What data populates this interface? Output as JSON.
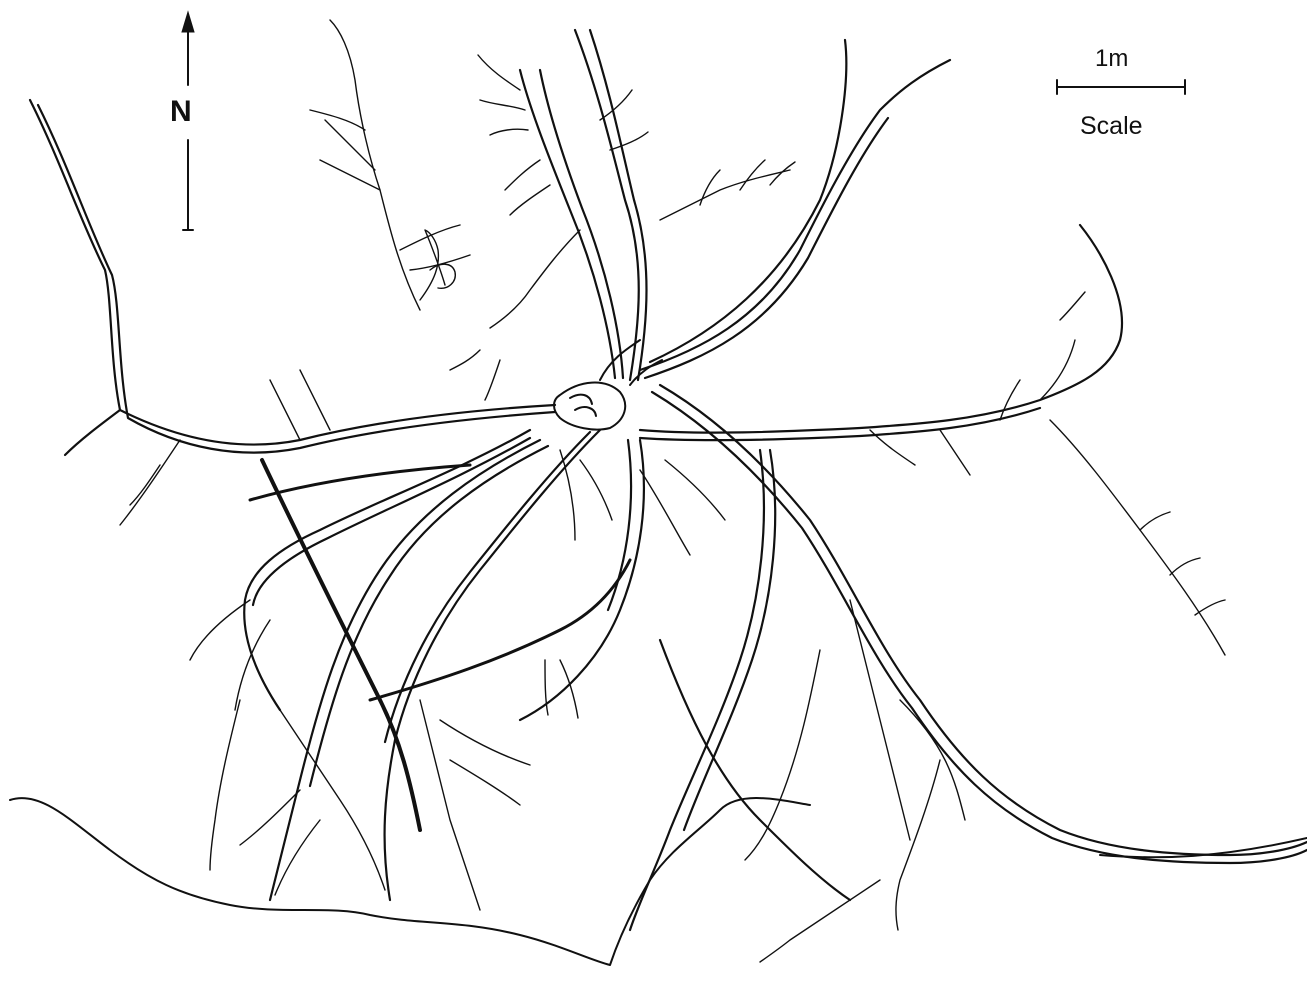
{
  "compass": {
    "letter": "N",
    "icon": "north-arrow-icon"
  },
  "scale": {
    "value": "1m",
    "caption": "Scale",
    "icon": "scale-bar-icon"
  },
  "colors": {
    "ink": "#111111",
    "background": "#ffffff"
  }
}
